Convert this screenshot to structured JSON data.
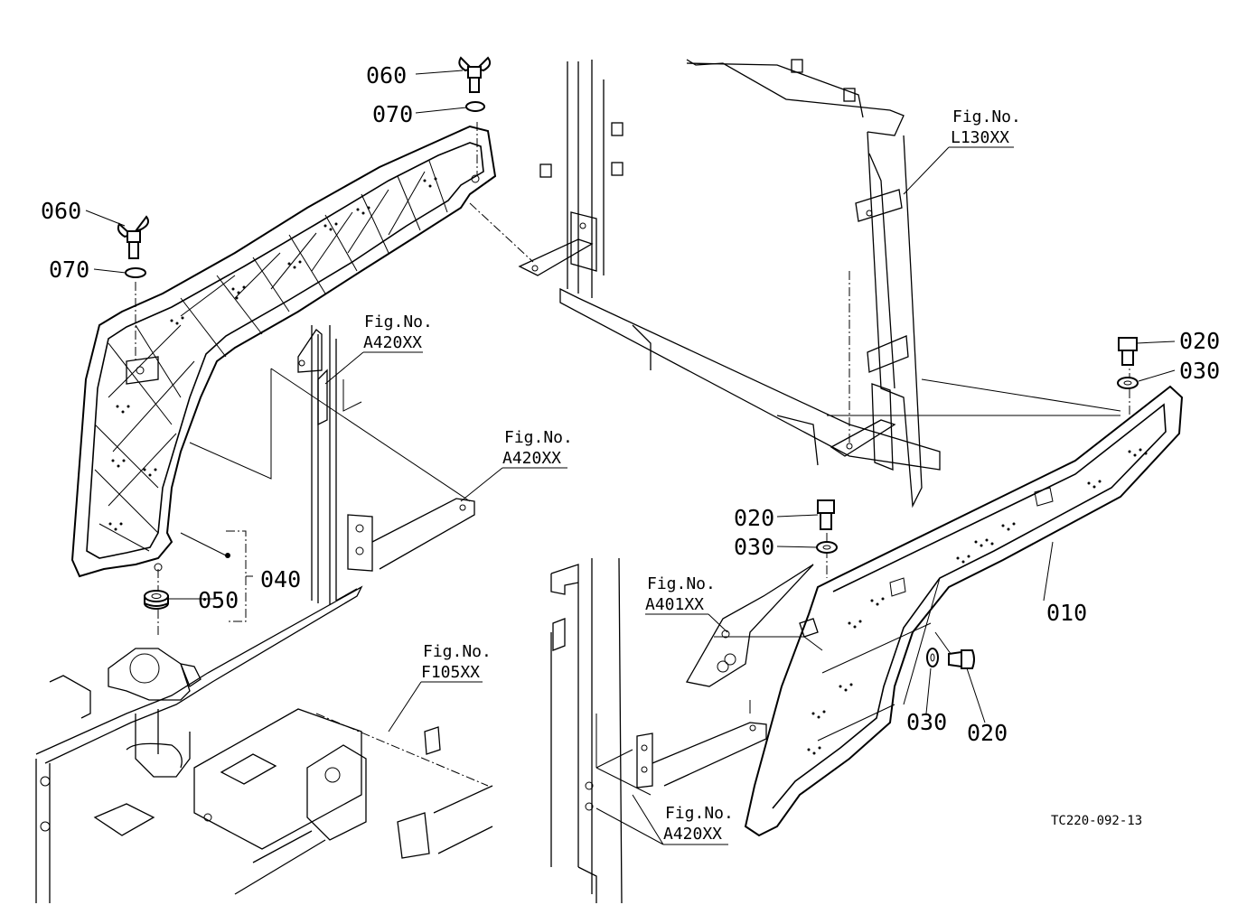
{
  "labels": {
    "p060_top": "060",
    "p070_top": "070",
    "p060_left": "060",
    "p070_left": "070",
    "p020_right": "020",
    "p030_right": "030",
    "p020_mid": "020",
    "p030_mid": "030",
    "p010": "010",
    "p040": "040",
    "p050": "050",
    "p030_bot": "030",
    "p020_bot": "020"
  },
  "figrefs": {
    "l130": {
      "title": "Fig.No.",
      "code": "L130XX"
    },
    "a420_a": {
      "title": "Fig.No.",
      "code": "A420XX"
    },
    "a420_b": {
      "title": "Fig.No.",
      "code": "A420XX"
    },
    "a401": {
      "title": "Fig.No.",
      "code": "A401XX"
    },
    "f105": {
      "title": "Fig.No.",
      "code": "F105XX"
    },
    "a420_c": {
      "title": "Fig.No.",
      "code": "A420XX"
    }
  },
  "drawing_code": "TC220-092-13"
}
